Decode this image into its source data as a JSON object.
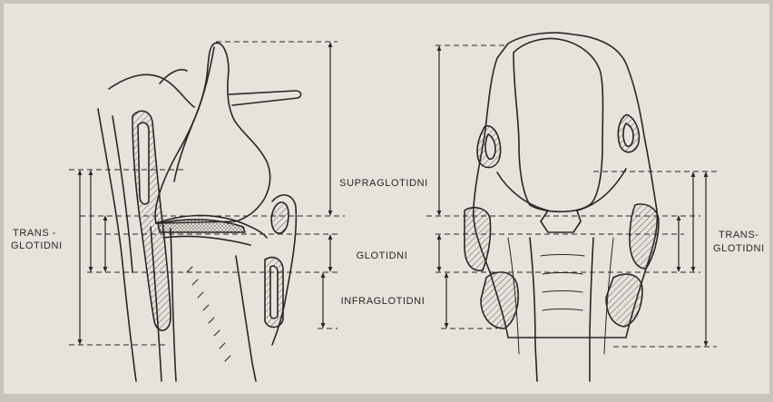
{
  "labels": {
    "trans_left_line1": "TRANS -",
    "trans_left_line2": "GLOTIDNI",
    "trans_right_line1": "TRANS-",
    "trans_right_line2": "GLOTIDNI",
    "supraglottic": "SUPRAGLOTIDNI",
    "glottic": "GLOTIDNI",
    "infraglottic": "INFRAGLOTIDNI"
  },
  "colors": {
    "page_background": "#c9c3bd",
    "paper": "#e7e2dc",
    "ink": "#2a2622"
  }
}
